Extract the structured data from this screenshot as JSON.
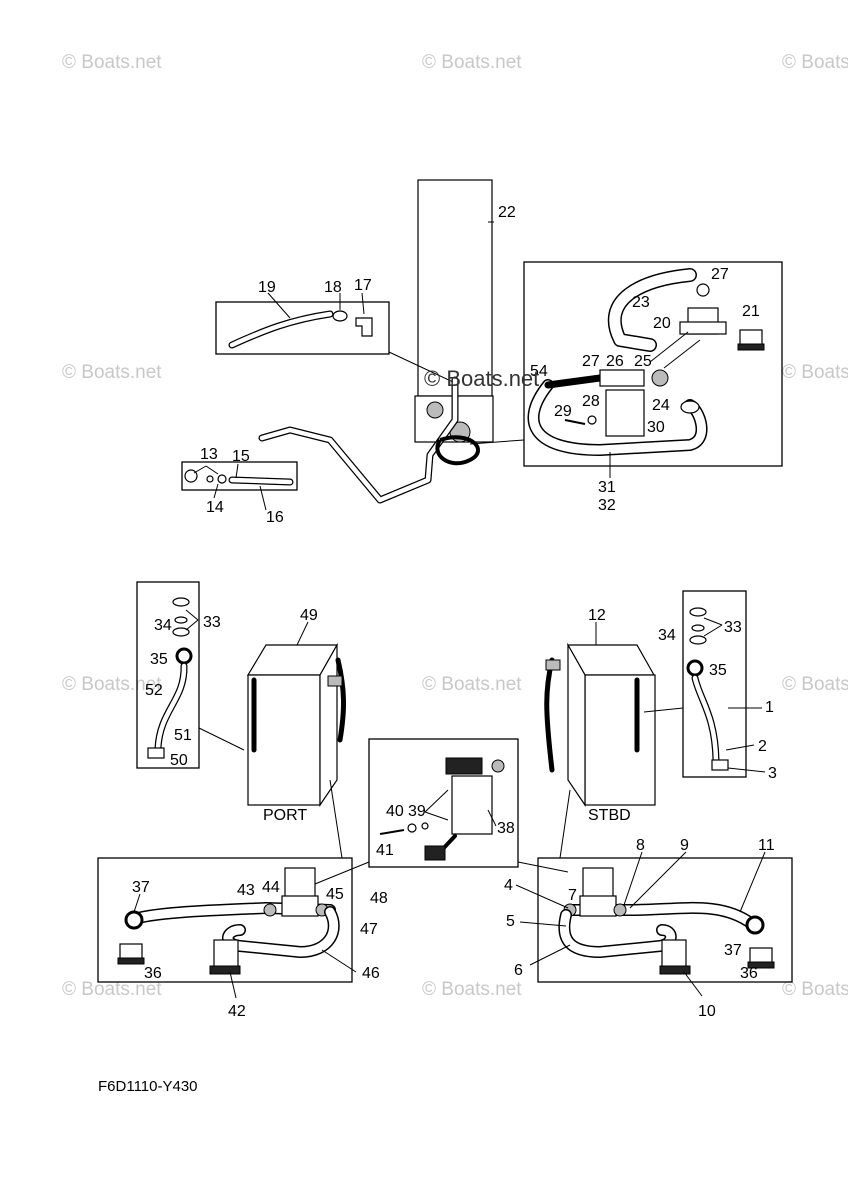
{
  "watermarks": [
    "© Boats.net",
    "© Boats.net",
    "© Boats.net",
    "© Boats.net",
    "© Boats.net",
    "© Boats.net",
    "© Boats.net",
    "© Boats.net",
    "© Boats.net",
    "© Boats.net",
    "© Boats.net",
    "© Boats.net"
  ],
  "center_watermark": "© Boats.net",
  "drawing_code": "F6D1110-Y430",
  "tank_labels": {
    "port": "PORT",
    "stbd": "STBD"
  },
  "callouts": {
    "c1": "1",
    "c2": "2",
    "c3": "3",
    "c4": "4",
    "c5": "5",
    "c6": "6",
    "c7": "7",
    "c8": "8",
    "c9": "9",
    "c10": "10",
    "c11": "11",
    "c12": "12",
    "c13": "13",
    "c14": "14",
    "c15": "15",
    "c16": "16",
    "c17": "17",
    "c18": "18",
    "c19": "19",
    "c20": "20",
    "c21": "21",
    "c22": "22",
    "c23": "23",
    "c24": "24",
    "c25": "25",
    "c26": "26",
    "c27a": "27",
    "c27b": "27",
    "c28": "28",
    "c29": "29",
    "c30": "30",
    "c31": "31",
    "c32": "32",
    "c33a": "33",
    "c33b": "33",
    "c34a": "34",
    "c34b": "34",
    "c35a": "35",
    "c35b": "35",
    "c36a": "36",
    "c36b": "36",
    "c37a": "37",
    "c37b": "37",
    "c38": "38",
    "c39": "39",
    "c40": "40",
    "c41": "41",
    "c42": "42",
    "c43": "43",
    "c44": "44",
    "c45": "45",
    "c46": "46",
    "c47": "47",
    "c48": "48",
    "c49": "49",
    "c50": "50",
    "c51": "51",
    "c52": "52",
    "c54": "54"
  }
}
